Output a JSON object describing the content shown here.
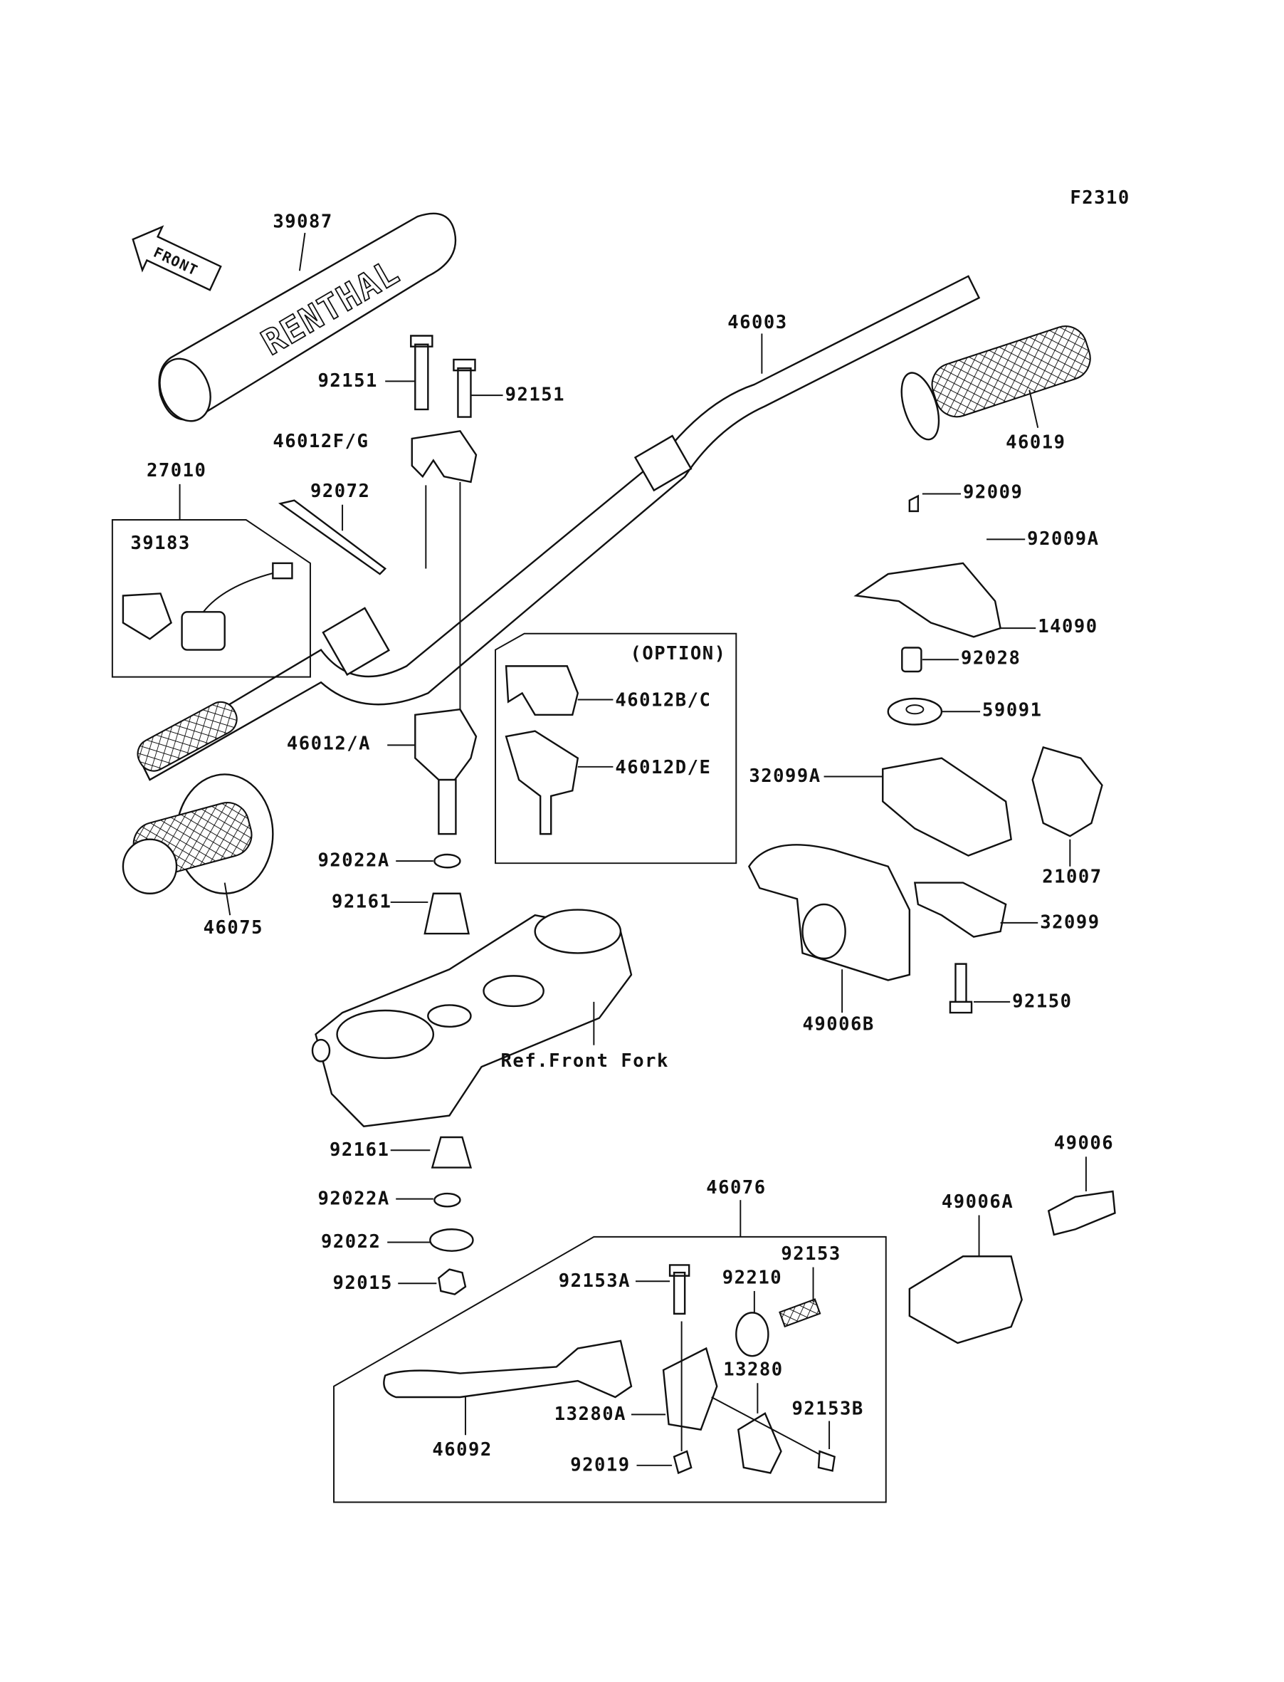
{
  "diagram": {
    "figure_code": "F2310",
    "direction_marker": "FRONT",
    "brand_lettering": "RENTHAL",
    "option_box_title": "(OPTION)",
    "reference_note": "Ref.Front Fork",
    "labels": {
      "p39087": "39087",
      "p46003": "46003",
      "p92151_left": "92151",
      "p92151_right": "92151",
      "p46012FG": "46012F/G",
      "p46019": "46019",
      "p92009": "92009",
      "p92009A": "92009A",
      "p27010": "27010",
      "p92072": "92072",
      "p39183": "39183",
      "p14090": "14090",
      "p92028": "92028",
      "p46012BC": "46012B/C",
      "p59091": "59091",
      "p46012A": "46012/A",
      "p46012DE": "46012D/E",
      "p32099A": "32099A",
      "p92022A_top": "92022A",
      "p21007": "21007",
      "p92161_top": "92161",
      "p46075": "46075",
      "p32099": "32099",
      "p92150": "92150",
      "p49006B": "49006B",
      "p92161_bottom": "92161",
      "p49006": "49006",
      "p46076": "46076",
      "p92022A_bottom": "92022A",
      "p49006A": "49006A",
      "p92022": "92022",
      "p92153": "92153",
      "p92210": "92210",
      "p92015": "92015",
      "p92153A": "92153A",
      "p13280": "13280",
      "p92153B": "92153B",
      "p13280A": "13280A",
      "p46092": "46092",
      "p92019": "92019"
    }
  }
}
